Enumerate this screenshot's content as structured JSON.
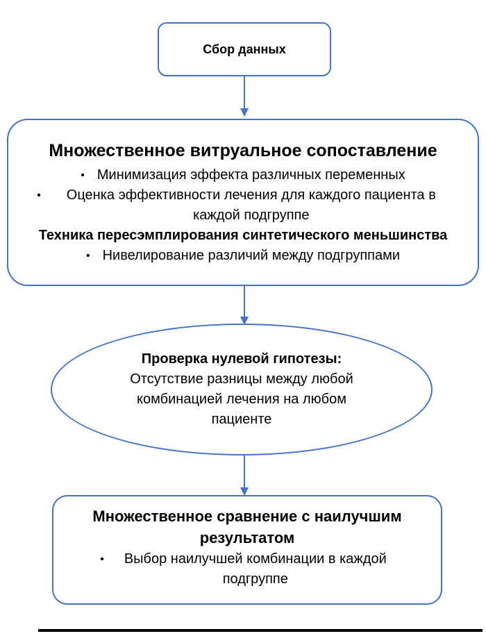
{
  "colors": {
    "accent": "#4472C4",
    "text": "#000000",
    "divider": "#000000",
    "background": "#FFFFFF"
  },
  "icons": {
    "bullet": "•",
    "arrow": "arrow-down"
  },
  "nodes": {
    "collect": {
      "title": "Сбор данных"
    },
    "matching": {
      "title": "Множественное витруальное сопоставление",
      "lines": [
        {
          "type": "bullet",
          "text": "Минимизация эффекта различных переменных"
        },
        {
          "type": "bullet",
          "text": "Оценка эффективности лечения для каждого пациента в каждой подгруппе"
        },
        {
          "type": "bold",
          "text": "Техника пересэмплирования синтетического меньшинства"
        },
        {
          "type": "bullet",
          "text": "Нивелирование различий между подгруппами"
        }
      ]
    },
    "hypothesis": {
      "title": "Проверка нулевой гипотезы:",
      "body": "Отсутствие разницы между любой комбинацией лечения на любом пациенте"
    },
    "comparison": {
      "title": "Множественное сравнение с наилучшим результатом",
      "lines": [
        {
          "type": "bullet",
          "text": "Выбор наилучшей комбинации в каждой подгруппе"
        }
      ]
    }
  }
}
